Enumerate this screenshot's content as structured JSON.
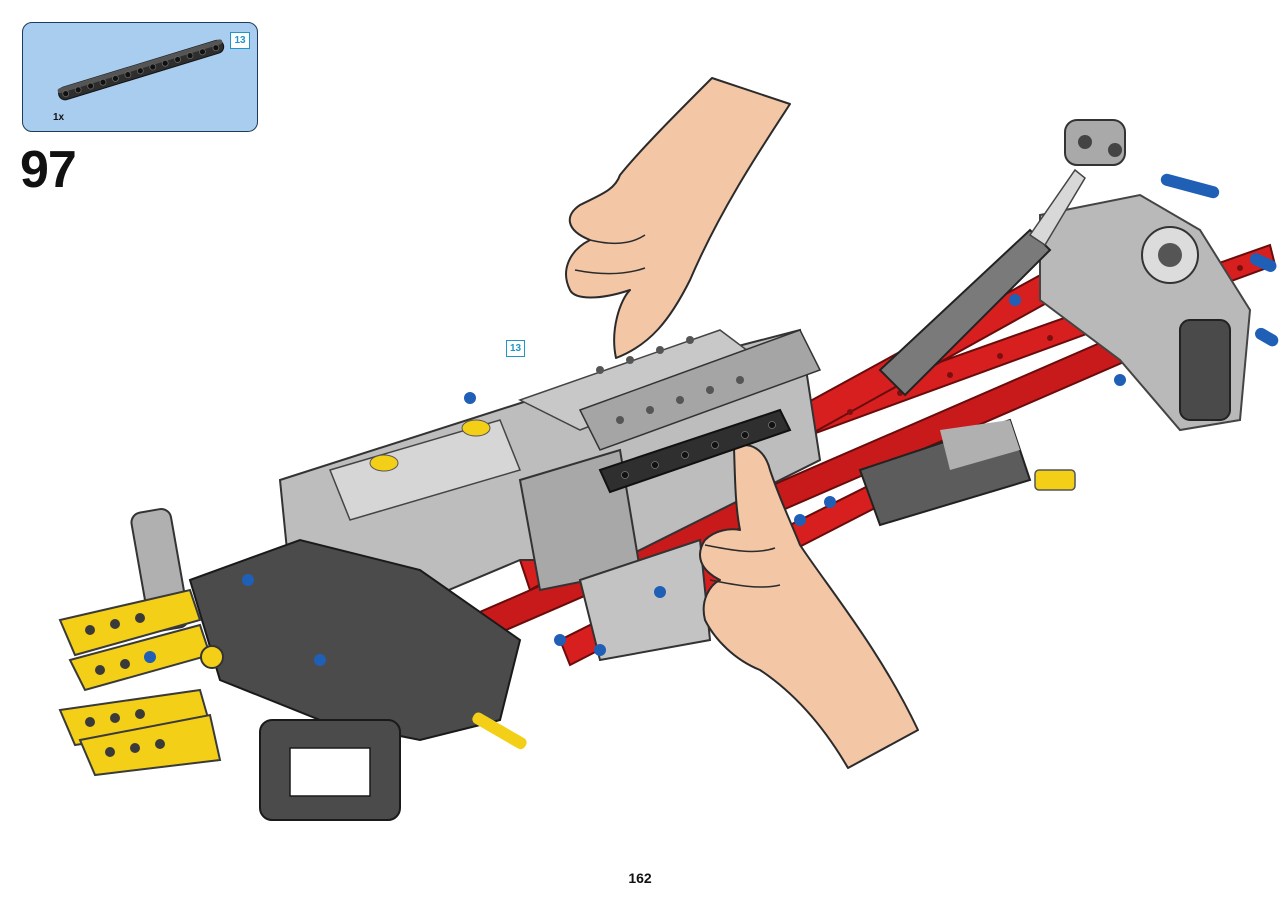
{
  "parts": {
    "items": [
      {
        "length_label": "13",
        "quantity": "1x",
        "icon": "black-technic-beam-13",
        "color": "#3a3a3a"
      }
    ]
  },
  "step": {
    "number": "97"
  },
  "callout": {
    "length_label": "13"
  },
  "page": {
    "number": "162"
  },
  "colors": {
    "panel_bg": "#a9cdee",
    "red": "#d71f1f",
    "light_gray": "#b5b5b5",
    "dark_gray": "#4a4a4a",
    "yellow": "#f3d017",
    "blue": "#1f5fb5",
    "skin": "#f3c6a6"
  }
}
